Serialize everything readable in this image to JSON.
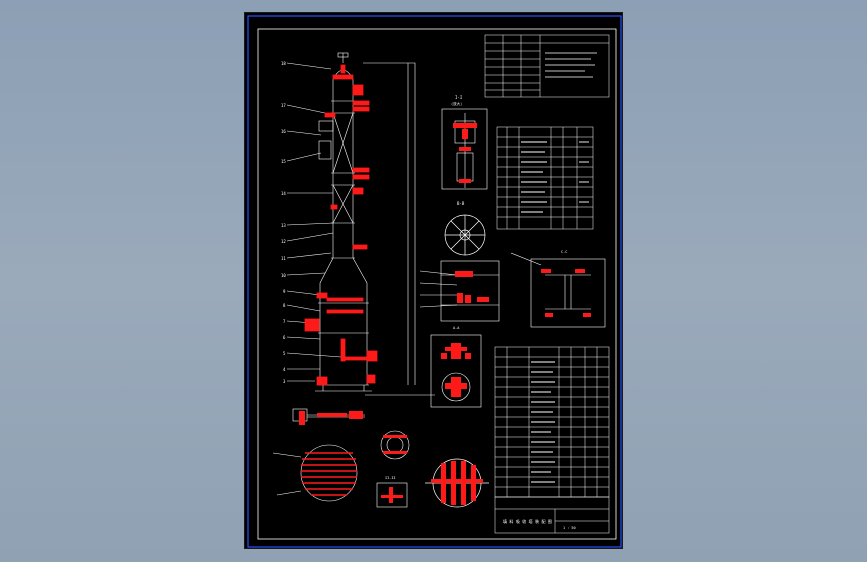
{
  "colors": {
    "background": "#93a5b8",
    "paper": "#000000",
    "border_blue": "#2850ff",
    "line_white": "#ffffff",
    "highlight_red": "#ff1a1a"
  },
  "section_labels": {
    "view_upper": "I-I",
    "view_upper_sub": "(放大)",
    "view_middle": "B-B",
    "view_nozzle": "A-A",
    "view_flange": "C-C",
    "view_bottom": "II-II"
  },
  "title_block": {
    "main_title": "填 料 吸 收 塔 装 配 图",
    "scale": "1 : 50"
  }
}
